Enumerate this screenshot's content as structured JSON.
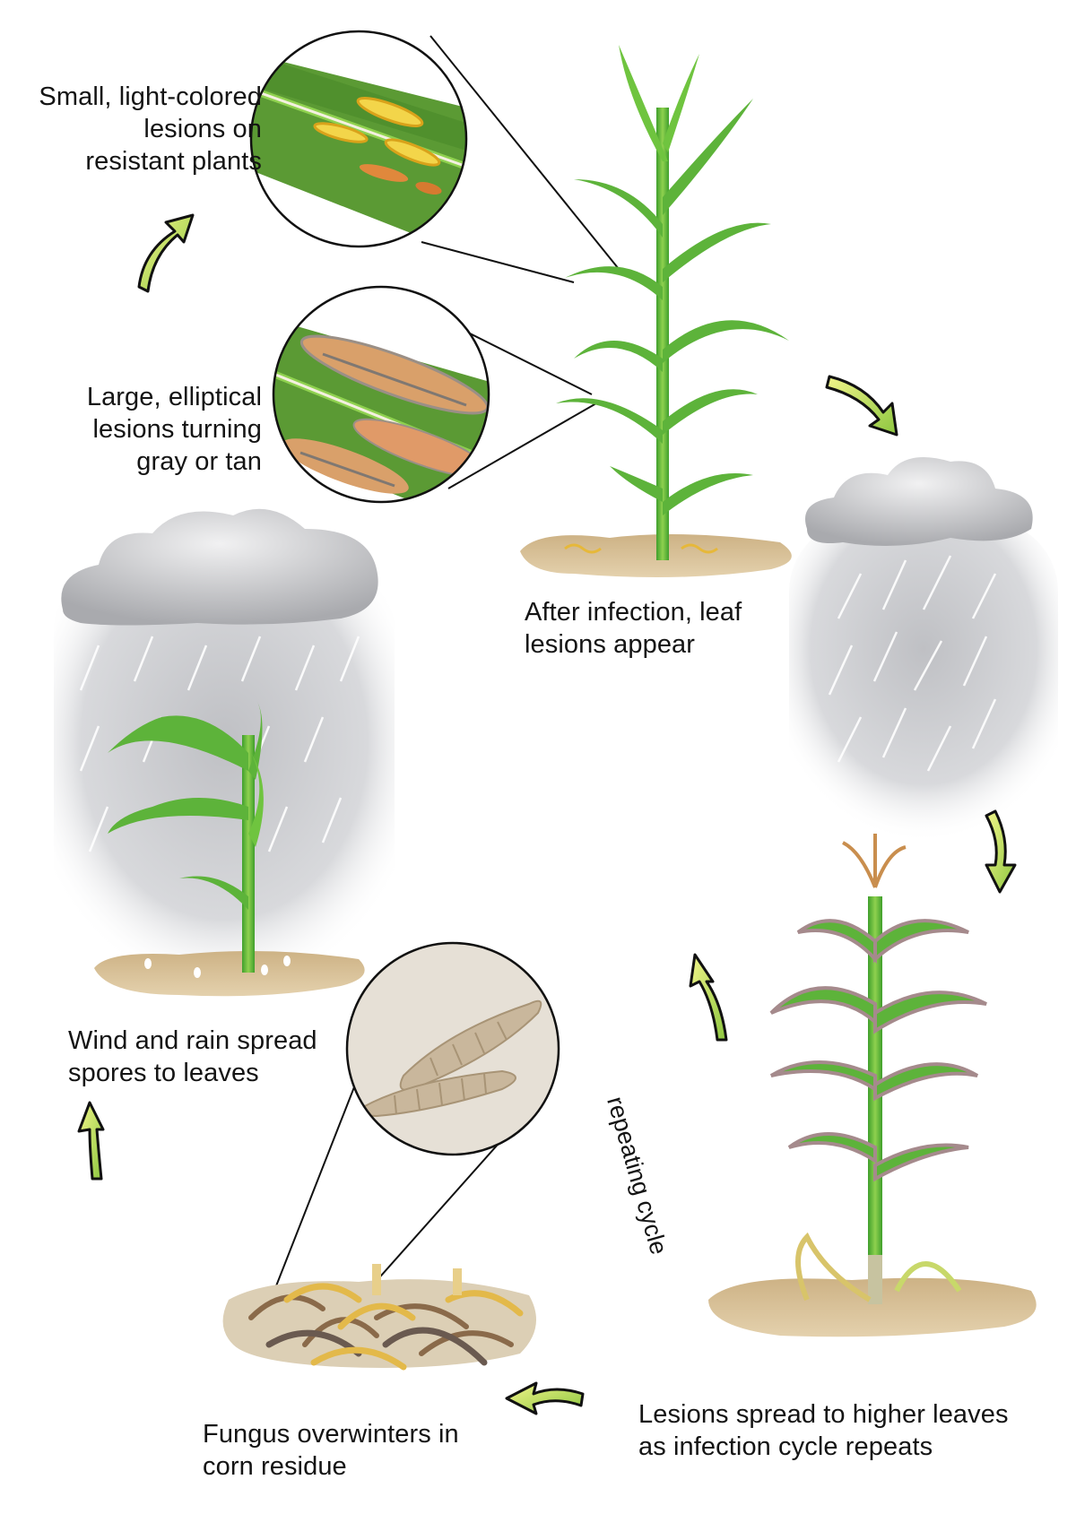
{
  "diagram": {
    "type": "disease-cycle",
    "subject": "corn leaf blight lifecycle",
    "stages": [
      {
        "id": "resistant",
        "lines": [
          "Small, light-colored",
          "lesions on",
          "resistant plants"
        ]
      },
      {
        "id": "susceptible",
        "lines": [
          "Large, elliptical",
          "lesions turning",
          "gray or tan"
        ]
      },
      {
        "id": "infection",
        "lines": [
          "After infection, leaf",
          "lesions appear"
        ]
      },
      {
        "id": "spread",
        "lines": [
          "Wind and rain spread",
          "spores to leaves"
        ]
      },
      {
        "id": "overwinter",
        "lines": [
          "Fungus overwinters in",
          "corn residue"
        ]
      },
      {
        "id": "repeat",
        "lines": [
          "Lesions spread to higher leaves",
          "as infection cycle repeats"
        ]
      }
    ],
    "cycle_label": "repeating cycle",
    "colors": {
      "leaf_green": "#5aa832",
      "leaf_light": "#8fd14f",
      "soil": "#dcc49a",
      "arrow_fill": "#c9e04a",
      "lesion_tan": "#d9a06a",
      "lesion_yellow": "#e8c84a",
      "rain_gray": "#c8c9cc",
      "spore_bg": "#e6e0d6",
      "spore_cell": "#c9b79c"
    }
  }
}
